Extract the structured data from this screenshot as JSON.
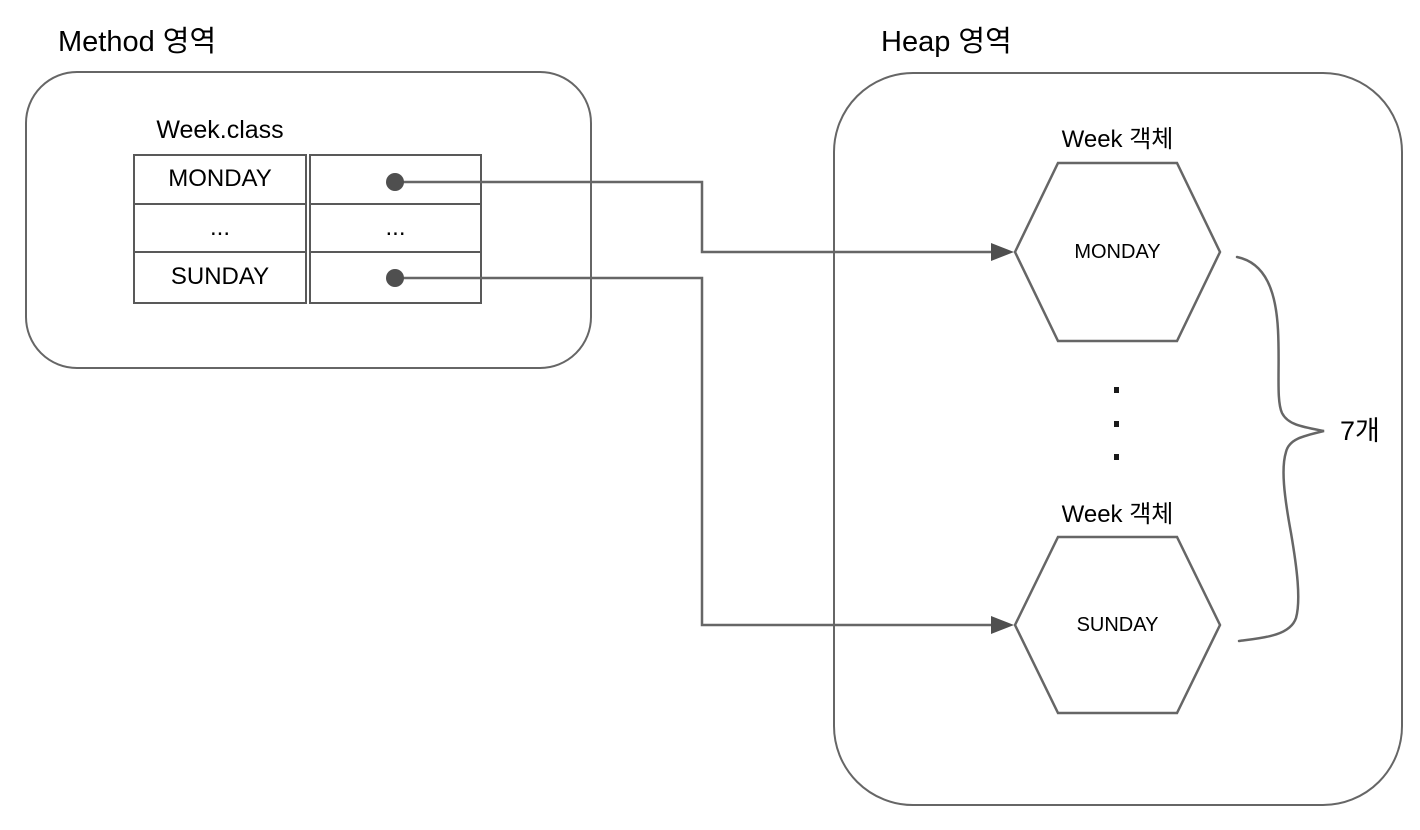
{
  "method_area": {
    "title": "Method 영역",
    "table": {
      "caption": "Week.class",
      "name_cells": [
        "MONDAY",
        "...",
        "SUNDAY"
      ],
      "pointer_cells": [
        "",
        "...",
        ""
      ]
    }
  },
  "heap_area": {
    "title": "Heap 영역",
    "objects": [
      {
        "label": "Week 객체",
        "value": "MONDAY"
      },
      {
        "label": "Week 객체",
        "value": "SUNDAY"
      }
    ],
    "count_label": "7개"
  },
  "colors": {
    "outline": "#666666",
    "table_border": "#595959",
    "pointer_fill": "#4f4f4f",
    "text": "#000000"
  }
}
